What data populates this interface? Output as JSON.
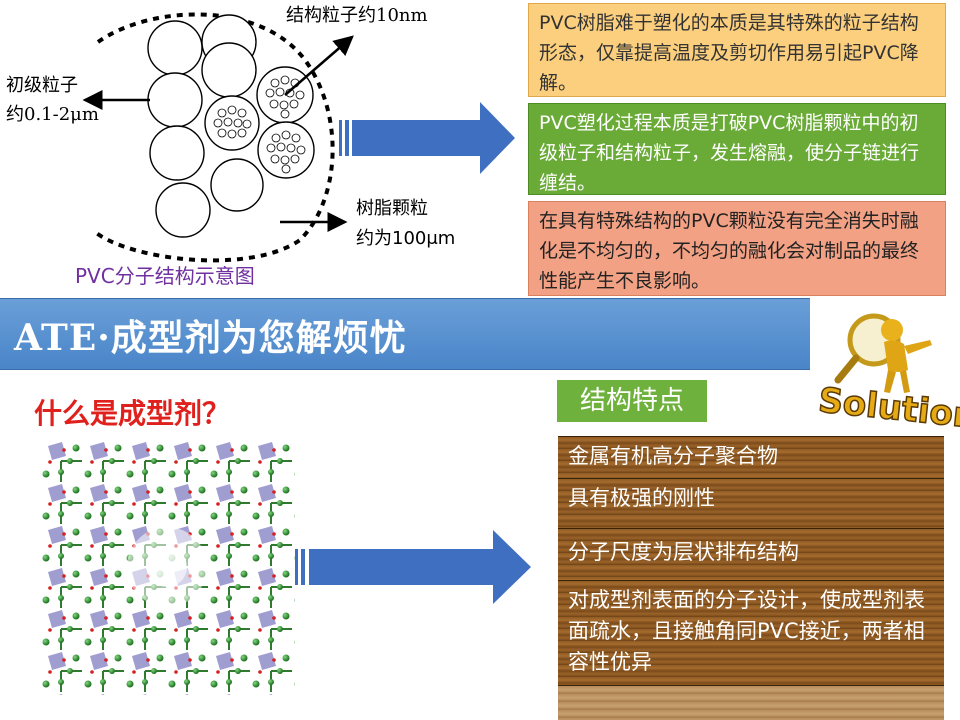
{
  "diagram": {
    "label_structural": "结构粒子约10nm",
    "label_primary_l1": "初级粒子",
    "label_primary_l2": "约0.1-2μm",
    "label_grain_l1": "树脂颗粒",
    "label_grain_l2": "约为100μm",
    "caption": "PVC分子结构示意图"
  },
  "boxes": [
    "PVC树脂难于塑化的本质是其特殊的粒子结构形态，仅靠提高温度及剪切作用易引起PVC降解。",
    "PVC塑化过程本质是打破PVC树脂颗粒中的初级粒子和结构粒子，发生熔融，使分子链进行缠结。",
    "在具有特殊结构的PVC颗粒没有完全消失时融化是不均匀的，不均匀的融化会对制品的最终性能产生不良影响。"
  ],
  "banner": {
    "title": "ATE·成型剂为您解烦忧"
  },
  "solution_logo_text": "Solution",
  "question": "什么是成型剂？",
  "features": {
    "title": "结构特点",
    "items": [
      "金属有机高分子聚合物",
      "具有极强的刚性",
      "分子尺度为层状排布结构",
      "对成型剂表面的分子设计，使成型剂表面疏水，且接触角同PVC接近，两者相容性优异"
    ]
  },
  "colors": {
    "box1": "#fbcf7d",
    "box2": "#6aaa37",
    "box3": "#f2a184",
    "banner": "#5b93d3",
    "arrow": "#3f6fc0",
    "question": "#e0201c",
    "caption": "#7030a0",
    "features_title": "#6fb13d"
  }
}
